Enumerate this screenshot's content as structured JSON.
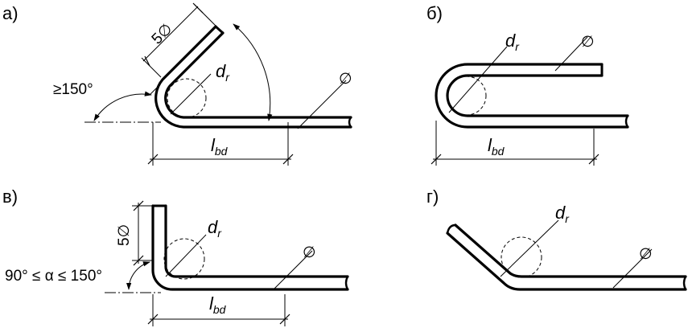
{
  "panels": {
    "a": {
      "label": "а)",
      "bend_angle": "≥150°",
      "tail_length": "5∅",
      "mandrel_diameter": "d",
      "mandrel_sub": "r",
      "bar_diameter": "∅",
      "anchorage_length": "l",
      "anchorage_sub": "bd"
    },
    "b": {
      "label": "б)",
      "mandrel_diameter": "d",
      "mandrel_sub": "r",
      "bar_diameter": "∅",
      "anchorage_length": "l",
      "anchorage_sub": "bd"
    },
    "v": {
      "label": "в)",
      "tail_length": "5∅",
      "bend_angle_range": "90° ≤ α ≤ 150°",
      "mandrel_diameter": "d",
      "mandrel_sub": "r",
      "bar_diameter": "∅",
      "anchorage_length": "l",
      "anchorage_sub": "bd"
    },
    "g": {
      "label": "г)",
      "mandrel_diameter": "d",
      "mandrel_sub": "r",
      "bar_diameter": "∅"
    }
  }
}
